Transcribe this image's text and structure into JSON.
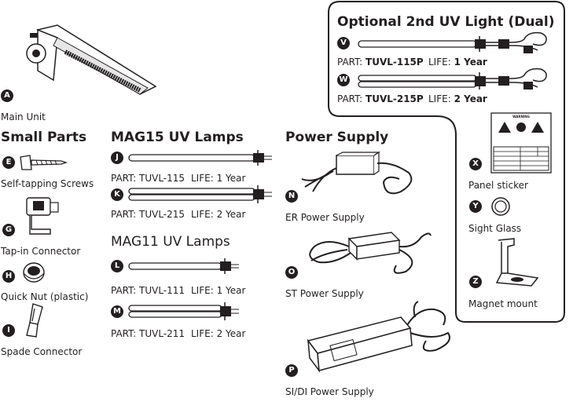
{
  "main_unit": {
    "badge": "A",
    "label": "Main Unit"
  },
  "small_parts": {
    "title": "Small Parts",
    "items": [
      {
        "badge": "E",
        "label": "Self-tapping Screws"
      },
      {
        "badge": "G",
        "label": "Tap-in Connector"
      },
      {
        "badge": "H",
        "label": "Quick Nut (plastic)"
      },
      {
        "badge": "I",
        "label": "Spade Connector"
      }
    ]
  },
  "mag15": {
    "title": "MAG15 UV Lamps",
    "items": [
      {
        "badge": "J",
        "part": "PART: TUVL-115",
        "life": "LIFE: 1 Year"
      },
      {
        "badge": "K",
        "part": "PART: TUVL-215",
        "life": "LIFE: 2 Year"
      }
    ]
  },
  "mag11": {
    "title": "MAG11 UV Lamps",
    "items": [
      {
        "badge": "L",
        "part": "PART: TUVL-111",
        "life": "LIFE: 1 Year"
      },
      {
        "badge": "M",
        "part": "PART: TUVL-211",
        "life": "LIFE: 2 Year"
      }
    ]
  },
  "power": {
    "title": "Power Supply",
    "items": [
      {
        "badge": "N",
        "label": "ER Power Supply"
      },
      {
        "badge": "O",
        "label": "ST Power Supply"
      },
      {
        "badge": "P",
        "label": "SI/DI Power Supply"
      }
    ]
  },
  "optional": {
    "title": "Optional 2nd UV Light (Dual)",
    "items": [
      {
        "badge": "V",
        "part_prefix": "PART: ",
        "part_no": "TUVL-115P",
        "life_prefix": "LIFE: ",
        "life_val": "1 Year"
      },
      {
        "badge": "W",
        "part_prefix": "PART: ",
        "part_no": "TUVL-215P",
        "life_prefix": "LIFE: ",
        "life_val": "2 Year"
      }
    ]
  },
  "accessories": {
    "items": [
      {
        "badge": "X",
        "label": "Panel sticker",
        "sticker_text": "WARNING"
      },
      {
        "badge": "Y",
        "label": "Sight Glass"
      },
      {
        "badge": "Z",
        "label": "Magnet mount"
      }
    ]
  }
}
